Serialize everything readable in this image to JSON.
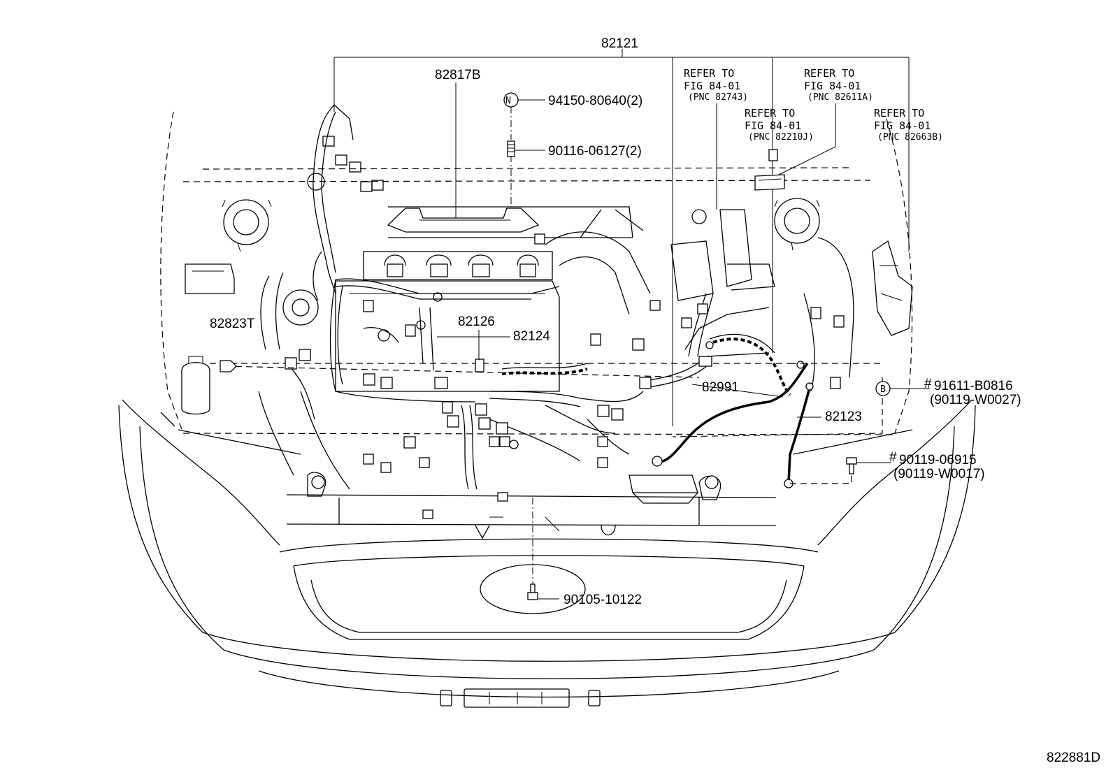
{
  "labels": {
    "main_harness": "82121",
    "wire_82817b": "82817B",
    "nut_part": "94150-80640(2)",
    "stud_part": "90116-06127(2)",
    "cap_82823t": "82823T",
    "wire_82126": "82126",
    "wire_82124": "82124",
    "wire_82991": "82991",
    "wire_82123": "82123",
    "bolt_b_part": "91611-B0816",
    "bolt_b_alt": "(90119-W0027)",
    "bolt_lower_part": "90119-06915",
    "bolt_lower_alt": "(90119-W0017)",
    "bolt_front": "90105-10122",
    "figure_id": "822881D"
  },
  "symbols": {
    "nut_marker": "N",
    "bolt_marker": "B",
    "hash": "#"
  },
  "refers": [
    {
      "line1": "REFER TO",
      "line2": "FIG 84-01",
      "line3": "(PNC 82743)"
    },
    {
      "line1": "REFER TO",
      "line2": "FIG 84-01",
      "line3": "(PNC 82210J)"
    },
    {
      "line1": "REFER TO",
      "line2": "FIG 84-01",
      "line3": "(PNC 82611A)"
    },
    {
      "line1": "REFER TO",
      "line2": "FIG 84-01",
      "line3": "(PNC 82663B)"
    }
  ]
}
